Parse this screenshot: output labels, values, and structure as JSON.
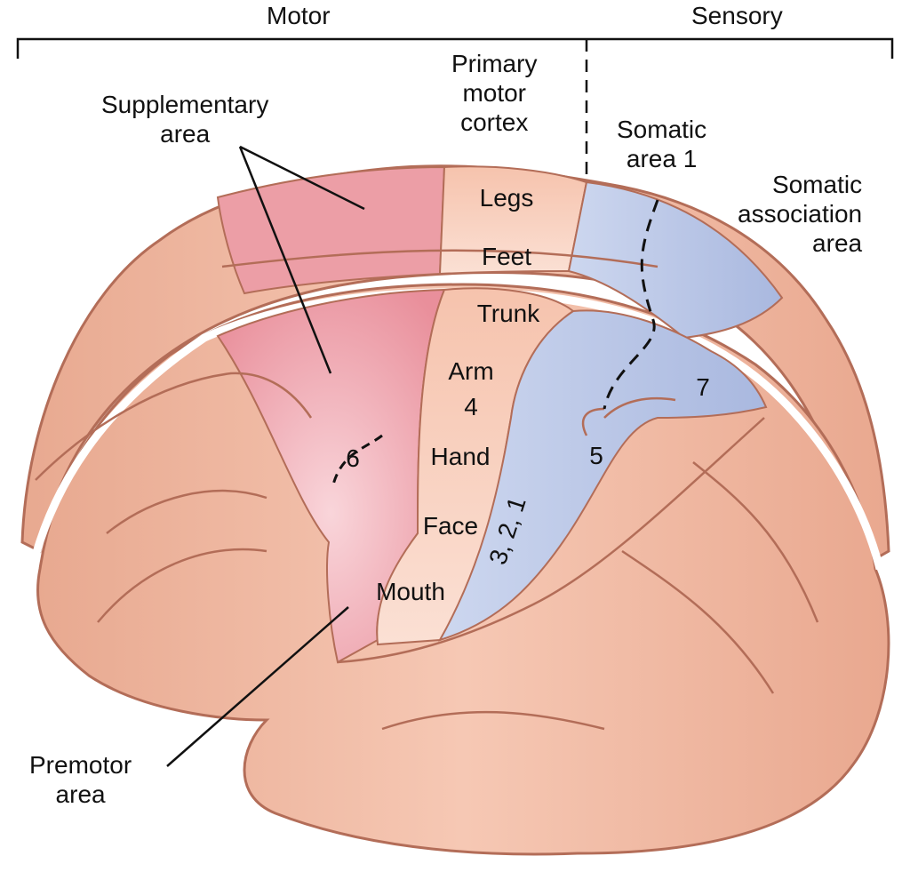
{
  "diagram": {
    "title": "Motor and somatosensory functional areas of the cerebral cortex",
    "colors": {
      "cortex": "#f2b9a3",
      "cortex_light": "#f8d2c2",
      "sulcus": "#b36d58",
      "premotor_supplementary": "#ec9ea6",
      "primary_motor": "#f7cbb6",
      "somatic_sensory": "#b8c5e6",
      "text": "#111111"
    },
    "brackets": {
      "motor": "Motor",
      "sensory": "Sensory"
    },
    "labels": {
      "supplementary_area": "Supplementary\narea",
      "primary_motor_cortex": "Primary\nmotor\ncortex",
      "somatic_area_1": "Somatic\narea 1",
      "somatic_association_area": "Somatic\nassociation\narea",
      "premotor_area": "Premotor\narea"
    },
    "body_map": {
      "legs": "Legs",
      "feet": "Feet",
      "trunk": "Trunk",
      "arm": "Arm",
      "area_4": "4",
      "hand": "Hand",
      "face": "Face",
      "mouth": "Mouth"
    },
    "brodmann": {
      "area_6": "6",
      "area_5": "5",
      "area_7": "7",
      "areas_3_2_1": "3, 2, 1"
    }
  }
}
